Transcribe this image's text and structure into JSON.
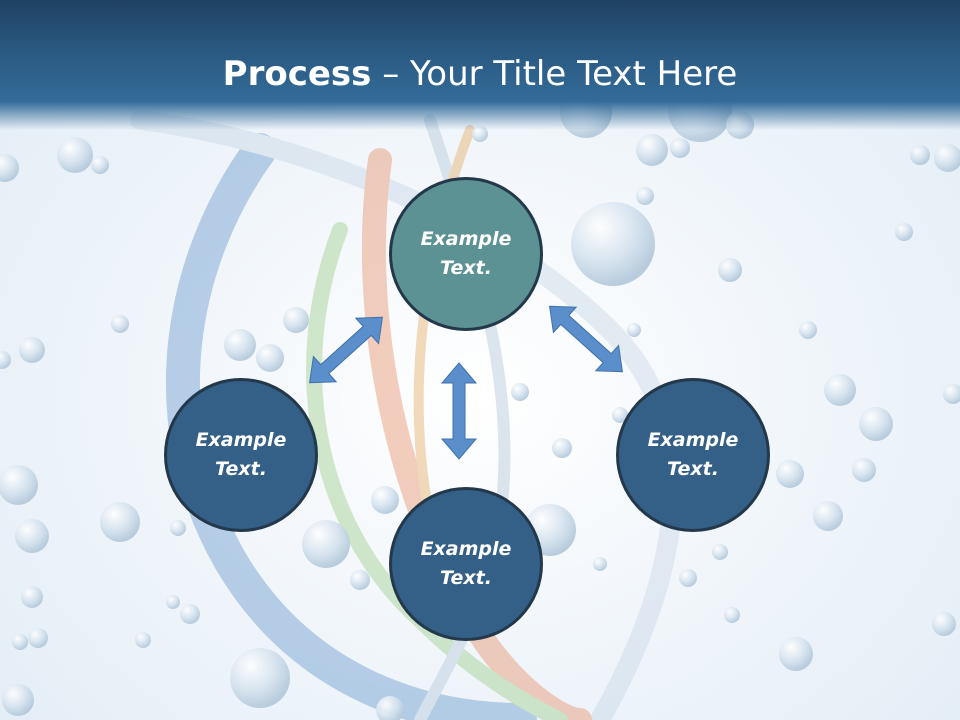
{
  "slide": {
    "title_bold": "Process",
    "title_dash": " – ",
    "title_rest": "Your Title Text Here"
  },
  "nodes": {
    "top": "Example Text.",
    "left": "Example Text.",
    "right": "Example Text.",
    "bottom": "Example Text."
  },
  "colors": {
    "header": "#2b5c85",
    "node_blue": "#345f86",
    "node_teal": "#5d9294",
    "arrow": "#5b8fcb"
  },
  "icons": {
    "arrows": "double-headed-arrow-icon"
  }
}
